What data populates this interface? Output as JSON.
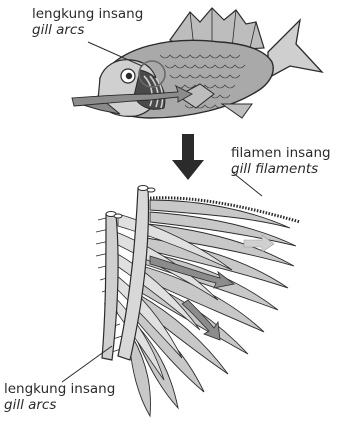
{
  "labels": {
    "top": {
      "local": "lengkung insang",
      "english": "gill arcs"
    },
    "middle": {
      "local": "filamen insang",
      "english": "gill filaments"
    },
    "bottom": {
      "local": "lengkung insang",
      "english": "gill arcs"
    }
  },
  "colors": {
    "outline": "#2b2b2b",
    "fill_dark": "#5a5a5a",
    "fill_mid": "#9a9a9a",
    "fill_light": "#d2d2d2",
    "arrow": "#8c8c8c"
  }
}
